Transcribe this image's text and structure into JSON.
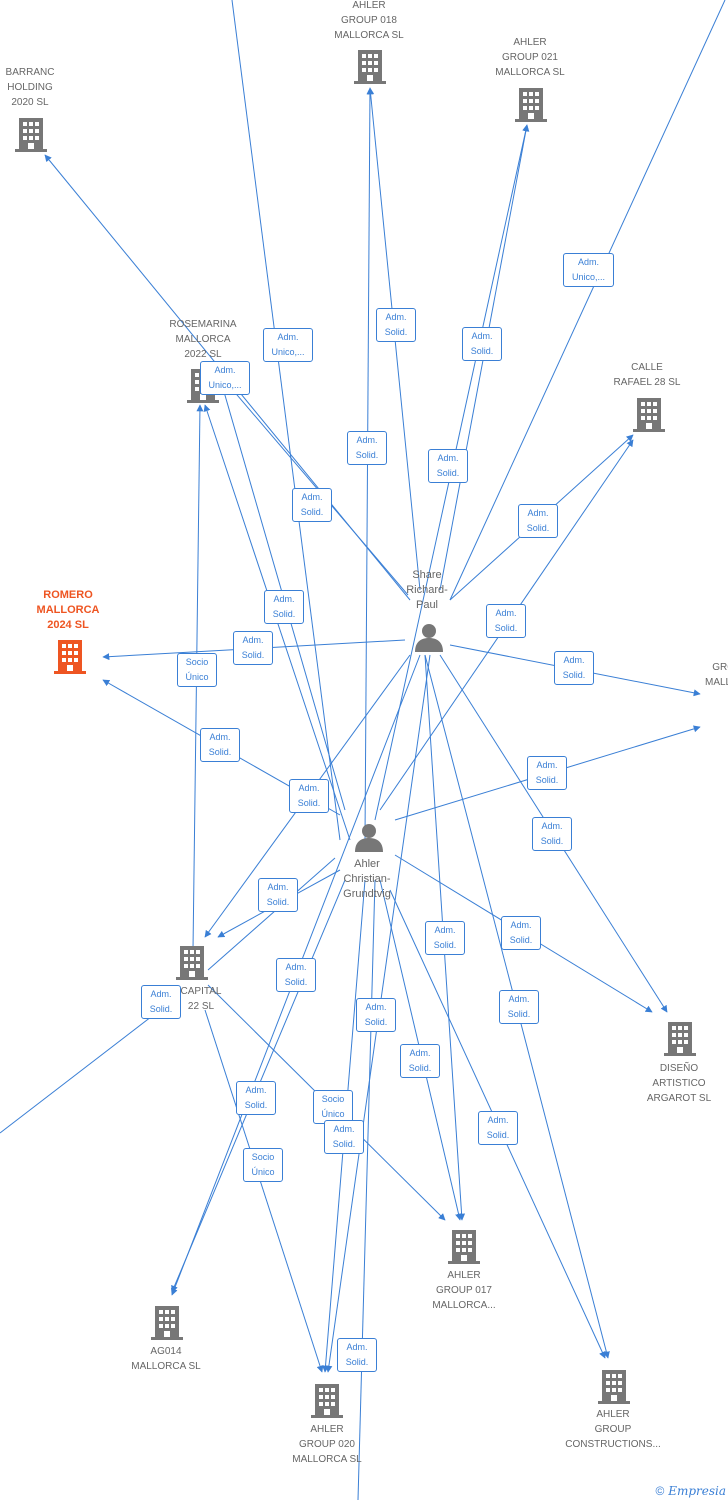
{
  "nodes": {
    "barranc": "BARRANC\nHOLDING\n2020  SL",
    "group018": "AHLER\nGROUP 018\nMALLORCA  SL",
    "group021": "AHLER\nGROUP 021\nMALLORCA  SL",
    "rosemarina": "ROSEMARINA\nMALLORCA\n2022  SL",
    "calle": "CALLE\nRAFAEL 28  SL",
    "romero": "ROMERO\nMALLORCA\n2024  SL",
    "right_partial": "A\nGRO\nMALLO",
    "share": "Share\nRichard-\nPaul",
    "christian": "Ahler\nChristian-\nGrundtvig",
    "capital": "CAPITAL\n22  SL",
    "diseno": "DISEÑO\nARTISTICO\nARGAROT  SL",
    "ag014": "AG014\nMALLORCA  SL",
    "group017": "AHLER\nGROUP 017\nMALLORCA...",
    "group020": "AHLER\nGROUP 020\nMALLORCA  SL",
    "constructions": "AHLER\nGROUP\nCONSTRUCTIONS..."
  },
  "relations": [
    "Adm.\nUnico,...",
    "Adm.\nSolid.",
    "Adm.\nSolid.",
    "Adm.\nUnico,...",
    "Adm.\nUnico,...",
    "Adm.\nSolid.",
    "Adm.\nSolid.",
    "Adm.\nSolid.",
    "Adm.\nSolid.",
    "Adm.\nSolid.",
    "Adm.\nSolid.",
    "Socio\nÚnico",
    "Adm.\nSolid.",
    "Adm.\nSolid.",
    "Adm.\nSolid.",
    "Adm.\nSolid.",
    "Adm.\nSolid.",
    "Adm.\nSolid.",
    "Adm.\nSolid.",
    "Adm.\nSolid.",
    "Adm.\nSolid.",
    "Adm.\nSolid.",
    "Adm.\nSolid.",
    "Adm.\nSolid.",
    "Adm.\nSolid.",
    "Adm.\nSolid.",
    "Socio\nÚnico",
    "Adm.\nSolid.",
    "Adm.\nSolid.",
    "Socio\nÚnico",
    "Adm.\nSolid.",
    "Adm.\nSolid."
  ],
  "footer": {
    "copyright": "©",
    "brand": "Empresia"
  },
  "colors": {
    "edge": "#3a7fd5",
    "building": "#777777",
    "focus_building": "#ee5522",
    "person": "#777777"
  }
}
